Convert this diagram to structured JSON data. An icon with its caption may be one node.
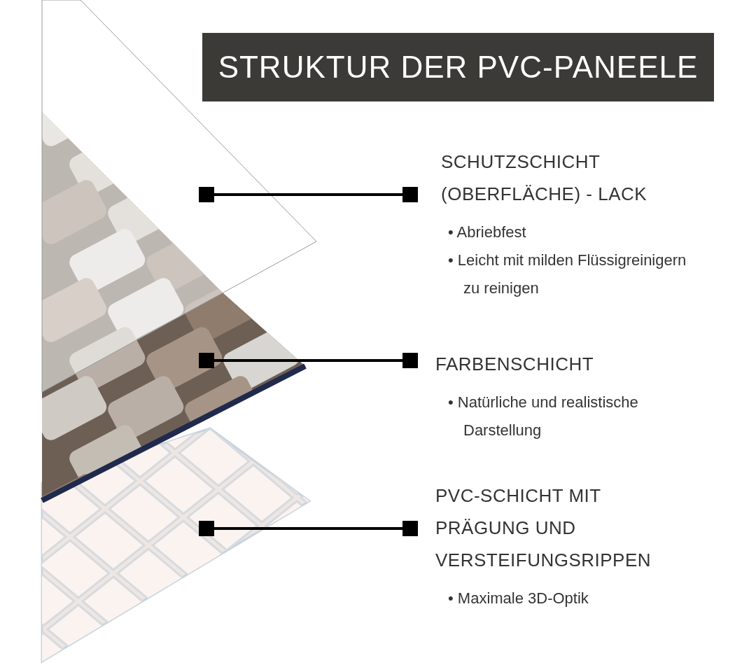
{
  "diagram": {
    "title": "STRUKTUR DER PVC-PANEELE",
    "nodes": [
      {
        "text": [],
        "shape": "picture"
      },
      {
        "text": [
          "SCHUTZSCHICHT (OBERFLÄCHE) - LACK"
        ],
        "beside": [
          "• Abriebfest",
          "• Leicht mit milden Flüssigreinigern zu reinigen"
        ]
      },
      {
        "text": [],
        "shape": "picture"
      },
      {
        "text": [
          "FARBENSCHICHT"
        ],
        "beside": [
          "• Natürliche und realistische Darstellung"
        ]
      },
      {
        "text": [],
        "shape": "picture"
      },
      {
        "text": [
          "PVC-SCHICHT MIT PRÄGUNG UND VERSTEIFUNGSRIPPEN"
        ],
        "beside": [
          "• Maximale 3D-Optik"
        ]
      }
    ],
    "edges": [
      {
        "from": 0,
        "to": 1,
        "arrow": "other"
      },
      {
        "from": 2,
        "to": 3,
        "arrow": "other"
      },
      {
        "from": 4,
        "to": 5,
        "arrow": "other"
      }
    ]
  }
}
